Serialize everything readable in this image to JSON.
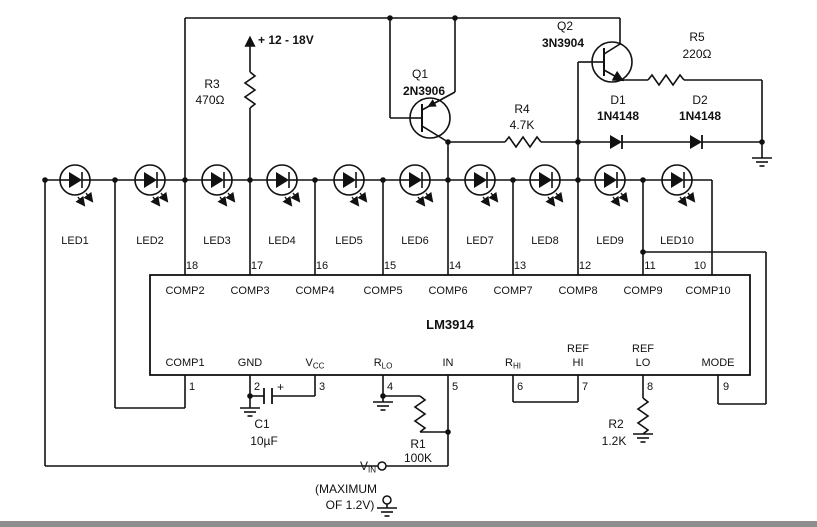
{
  "schematic": {
    "supply_label": "+ 12 - 18V",
    "ic": {
      "name": "LM3914",
      "top_pins": [
        {
          "num": "18",
          "label": "COMP2"
        },
        {
          "num": "17",
          "label": "COMP3"
        },
        {
          "num": "16",
          "label": "COMP4"
        },
        {
          "num": "15",
          "label": "COMP5"
        },
        {
          "num": "14",
          "label": "COMP6"
        },
        {
          "num": "13",
          "label": "COMP7"
        },
        {
          "num": "12",
          "label": "COMP8"
        },
        {
          "num": "11",
          "label": "COMP9"
        },
        {
          "num": "10",
          "label": "COMP10"
        }
      ],
      "bottom_pins": [
        {
          "num": "1",
          "top": "",
          "main": "COMP1",
          "sub": ""
        },
        {
          "num": "2",
          "top": "",
          "main": "GND",
          "sub": ""
        },
        {
          "num": "3",
          "top": "",
          "main": "V",
          "sub": "CC"
        },
        {
          "num": "4",
          "top": "",
          "main": "R",
          "sub": "LO"
        },
        {
          "num": "5",
          "top": "",
          "main": "IN",
          "sub": ""
        },
        {
          "num": "6",
          "top": "",
          "main": "R",
          "sub": "HI"
        },
        {
          "num": "7",
          "top": "REF",
          "main": "HI",
          "sub": ""
        },
        {
          "num": "8",
          "top": "REF",
          "main": "LO",
          "sub": ""
        },
        {
          "num": "9",
          "top": "",
          "main": "MODE",
          "sub": ""
        }
      ]
    },
    "leds": [
      "LED1",
      "LED2",
      "LED3",
      "LED4",
      "LED5",
      "LED6",
      "LED7",
      "LED8",
      "LED9",
      "LED10"
    ],
    "components": {
      "r3": {
        "ref": "R3",
        "value": "470Ω"
      },
      "q1": {
        "ref": "Q1",
        "value": "2N3906"
      },
      "q2": {
        "ref": "Q2",
        "value": "3N3904"
      },
      "r4": {
        "ref": "R4",
        "value": "4.7K"
      },
      "r5": {
        "ref": "R5",
        "value": "220Ω"
      },
      "d1": {
        "ref": "D1",
        "value": "1N4148"
      },
      "d2": {
        "ref": "D2",
        "value": "1N4148"
      },
      "c1": {
        "ref": "C1",
        "value": "10µF",
        "polarity": "+"
      },
      "r1": {
        "ref": "R1",
        "value": "100K"
      },
      "r2": {
        "ref": "R2",
        "value": "1.2K"
      }
    },
    "input": {
      "sig": "V",
      "sig_sub": "IN",
      "note1": "(MAXIMUM",
      "note2": "OF 1.2V)"
    }
  }
}
